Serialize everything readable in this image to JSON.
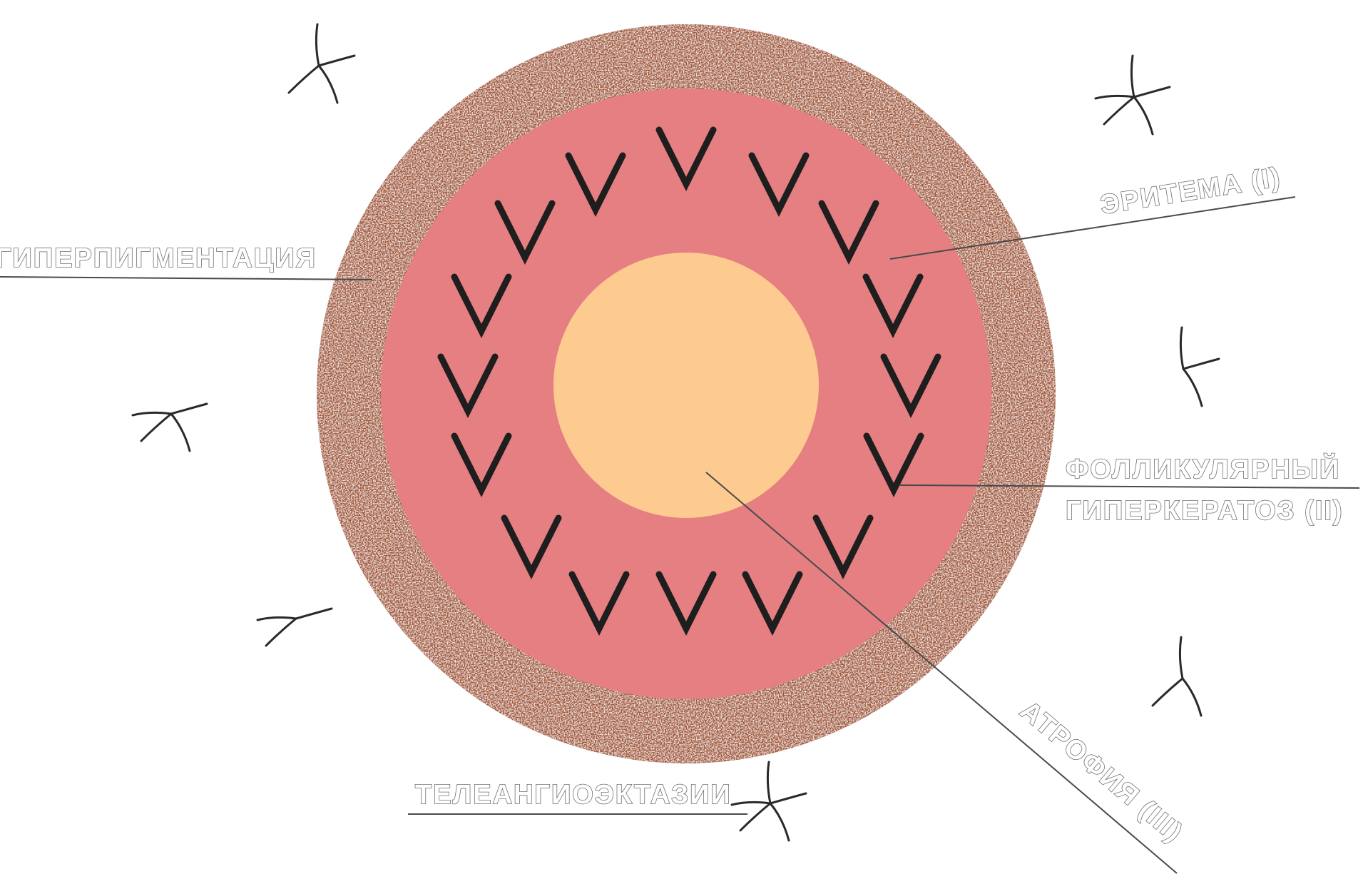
{
  "colors": {
    "background": "#ffffff",
    "hyperpigmentation_ring": "#a5522b",
    "erythema_zone": "#e57f82",
    "atrophy_center": "#fdcb8f",
    "follicle_marks": "#1e1e1e",
    "leader_lines": "#4a4a4a",
    "label_outline": "#6f6f6f"
  },
  "icons": {
    "telangiectasia": "vessel-spider-icon",
    "follicle": "v-mark-icon"
  },
  "labels": {
    "hyperpigmentation": "ГИПЕРПИГМЕНТАЦИЯ",
    "erythema": "ЭРИТЕМА (I)",
    "follicular_line1": "ФОЛЛИКУЛЯРНЫЙ",
    "follicular_line2": "ГИПЕРКЕРАТОЗ (II)",
    "atrophy": "АТРОФИЯ (III)",
    "telangiectasia": "ТЕЛЕАНГИОЭКТАЗИИ"
  }
}
